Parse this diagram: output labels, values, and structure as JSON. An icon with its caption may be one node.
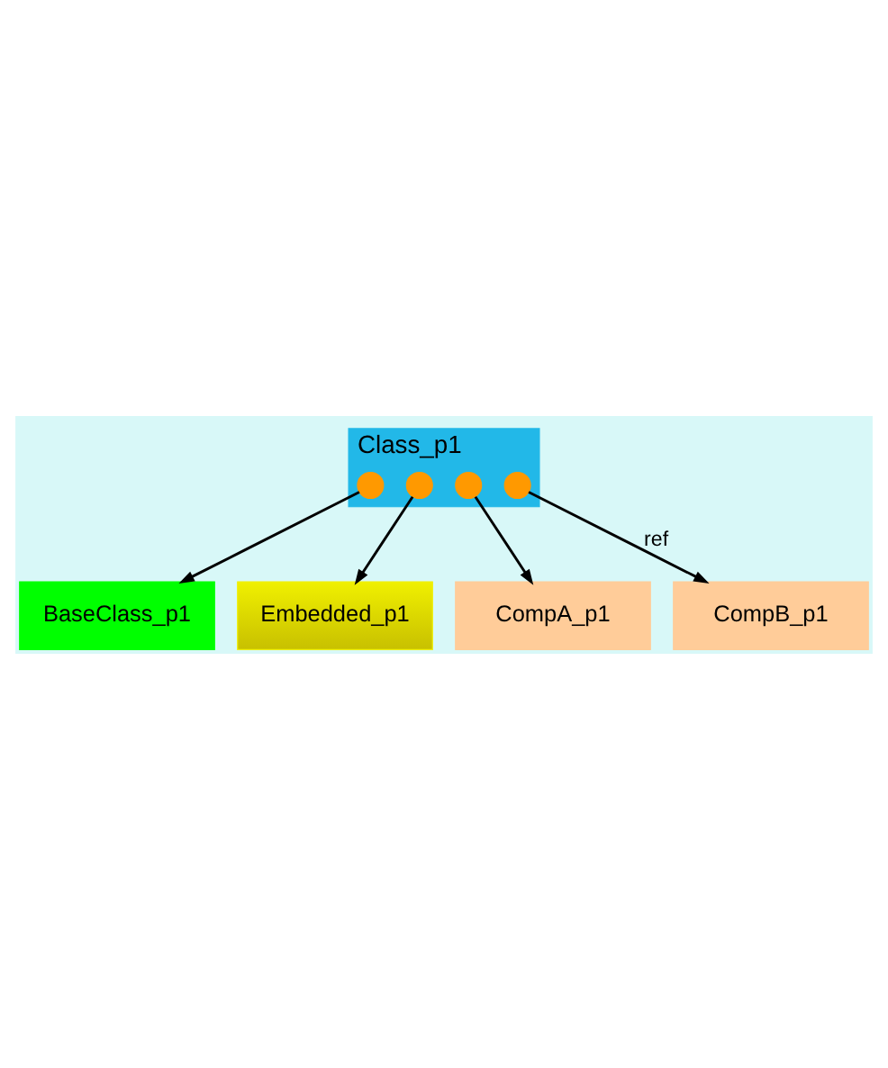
{
  "diagram": {
    "nodes": [
      {
        "text": [
          "Class_p1"
        ]
      },
      {
        "text": [
          "BaseClass_p1"
        ]
      },
      {
        "text": [
          "Embedded_p1"
        ]
      },
      {
        "text": [
          "CompA_p1"
        ]
      },
      {
        "text": [
          "CompB_p1"
        ]
      },
      {
        "text": [],
        "shape": "circle",
        "in": 0
      },
      {
        "text": [],
        "shape": "circle",
        "in": 0
      },
      {
        "text": [],
        "shape": "circle",
        "in": 0
      },
      {
        "text": [],
        "shape": "circle",
        "in": 0
      }
    ],
    "edges": [
      {
        "from": 5,
        "to": 1,
        "arrow": "to"
      },
      {
        "from": 6,
        "to": 2,
        "arrow": "to"
      },
      {
        "from": 7,
        "to": 3,
        "arrow": "to"
      },
      {
        "from": 8,
        "to": 4,
        "arrow": "to",
        "label": "ref"
      }
    ]
  }
}
